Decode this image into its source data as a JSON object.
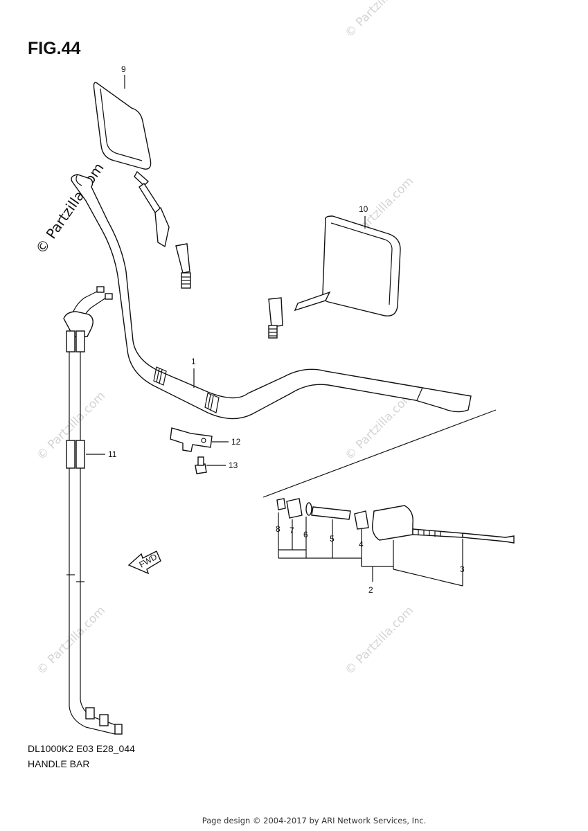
{
  "figure": {
    "title": "FIG.44",
    "model_code": "DL1000K2 E03 E28_044",
    "section": "HANDLE BAR"
  },
  "watermark": {
    "main": "© Partzilla.com",
    "faint": "© Partzilla.com"
  },
  "fwd_label": "FWD",
  "callouts": [
    "1",
    "2",
    "3",
    "4",
    "5",
    "6",
    "7",
    "8",
    "9",
    "10",
    "11",
    "12",
    "13"
  ],
  "footer": "Page design © 2004-2017 by ARI Network Services, Inc."
}
